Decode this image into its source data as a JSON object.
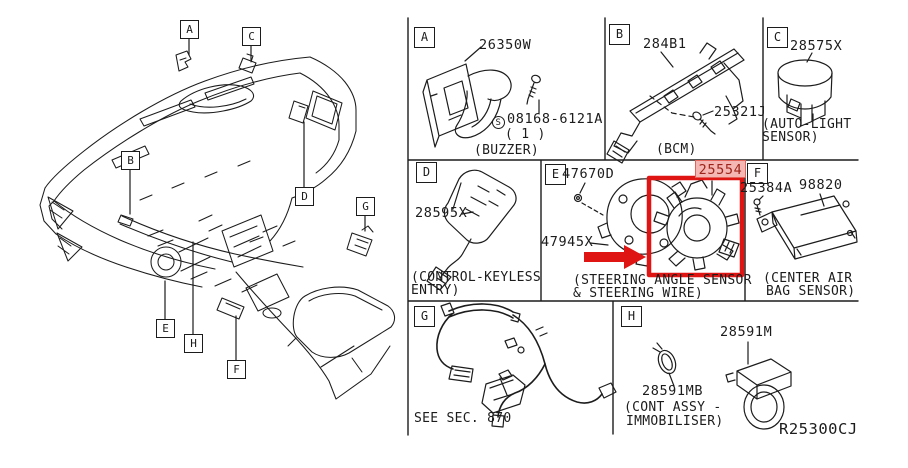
{
  "colors": {
    "line": "#1c1c1c",
    "highlight_red": "#de1512",
    "highlight_label_bg": "#f5b7b3",
    "highlight_label_text": "#9c241a",
    "highlight_label_border": "#e2635a"
  },
  "ref_code": "R25300CJ",
  "overview_callouts": {
    "a": "A",
    "b": "B",
    "c": "C",
    "d": "D",
    "e": "E",
    "f": "F",
    "g": "G",
    "h": "H"
  },
  "sections": {
    "a": {
      "letter": "A",
      "part": "26350W",
      "screw_symbol": "S",
      "screw_part": "08168-6121A",
      "screw_qty": "( 1 )",
      "caption": "(BUZZER)"
    },
    "b": {
      "letter": "B",
      "part": "284B1",
      "screw_part": "25321J",
      "caption": "(BCM)"
    },
    "c": {
      "letter": "C",
      "part": "28575X",
      "caption_line1": "(AUTO-LIGHT",
      "caption_line2": "SENSOR)"
    },
    "d": {
      "letter": "D",
      "part": "28595X",
      "caption_line1": "(CONTROL-KEYLESS",
      "caption_line2": "ENTRY)"
    },
    "e": {
      "letter": "E",
      "bolt_part": "47670D",
      "plate_part": "47945X",
      "highlight_part": "25554",
      "caption_line1": "(STEERING ANGLE SENSOR",
      "caption_line2": "& STEERING WIRE)"
    },
    "f": {
      "letter": "F",
      "screw_part": "25384A",
      "part": "98820",
      "caption_line1": "(CENTER AIR",
      "caption_line2": "BAG SENSOR)"
    },
    "g": {
      "letter": "G",
      "caption": "SEE SEC. 870"
    },
    "h": {
      "letter": "H",
      "part": "28591M",
      "clamp_part": "28591MB",
      "caption_line1": "(CONT ASSY -",
      "caption_line2": "IMMOBILISER)"
    }
  }
}
